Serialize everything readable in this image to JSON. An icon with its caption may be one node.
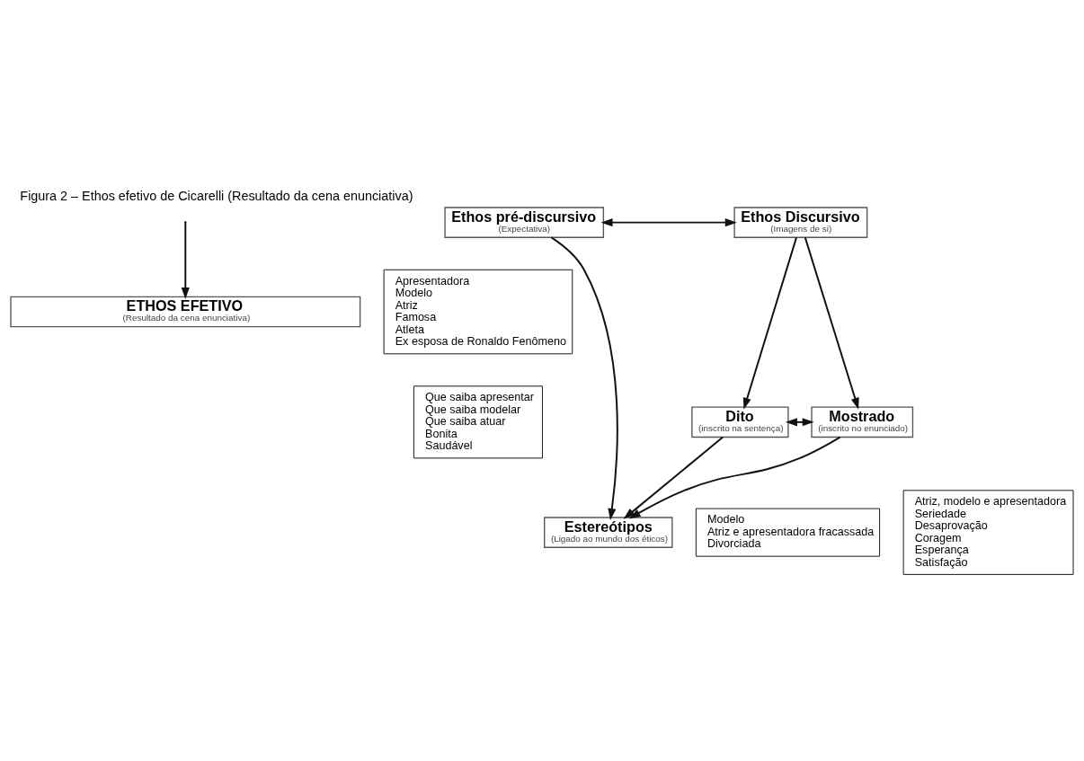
{
  "diagram": {
    "title": "Figura 2 – Ethos efetivo de Cicarelli (Resultado da cena enunciativa)",
    "nodes": [
      {
        "text": [
          "ETHOS EFETIVO",
          "(Resultado da cena enunciativa)"
        ]
      },
      {
        "text": [
          "Ethos pré-discursivo",
          "(Expectativa)"
        ]
      },
      {
        "text": [
          "Ethos Discursivo",
          "(Imagens de si)"
        ]
      },
      {
        "text": [
          "Apresentadora",
          "Modelo",
          "Atriz",
          "Famosa",
          "Atleta",
          "Ex esposa de Ronaldo Fenômeno"
        ]
      },
      {
        "text": [
          "Dito",
          "(inscrito na sentença)"
        ]
      },
      {
        "text": [
          "Mostrado",
          "(inscrito no enunciado)"
        ]
      },
      {
        "text": [
          "Que saiba apresentar",
          "Que saiba modelar",
          "Que saiba atuar",
          "Bonita",
          "Saudável"
        ]
      },
      {
        "text": [
          "Modelo",
          "Atriz e apresentadora fracassada",
          "Divorciada"
        ]
      },
      {
        "text": [
          "Atriz, modelo e apresentadora",
          "Seriedade",
          "Desaprovação",
          "Coragem",
          "Esperança",
          "Satisfação"
        ]
      },
      {
        "text": [
          "Estereótipos",
          "(Ligado ao mundo dos éticos)"
        ]
      }
    ],
    "edges": [
      {
        "from": 1,
        "to": 2,
        "arrow": "both"
      },
      {
        "from": null,
        "to": 0,
        "arrow": "to"
      },
      {
        "from": 1,
        "to": 9,
        "arrow": "to"
      },
      {
        "from": 2,
        "to": 4,
        "arrow": "to"
      },
      {
        "from": 2,
        "to": 5,
        "arrow": "to"
      },
      {
        "from": 4,
        "to": 5,
        "arrow": "both"
      },
      {
        "from": 4,
        "to": 9,
        "arrow": "to"
      },
      {
        "from": 5,
        "to": 9,
        "arrow": "to"
      }
    ]
  }
}
